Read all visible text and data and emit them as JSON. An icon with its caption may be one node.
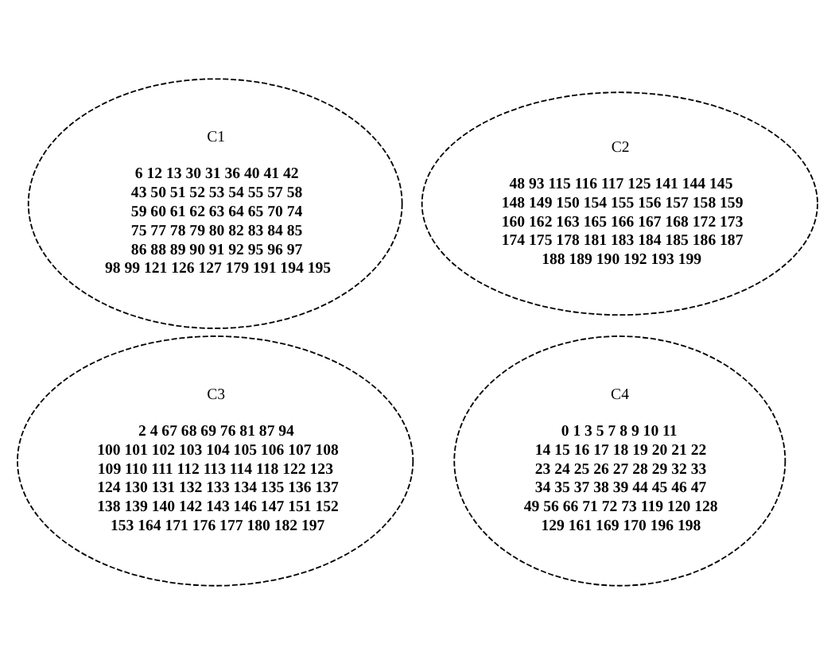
{
  "diagram": {
    "nodes": [
      {
        "text": [
          "C1",
          "6 12 13 30 31 36 40 41 42 43 50 51 52 53 54 55 57 58 59 60 61 62 63 64 65 70 74 75 77 78 79 80 82 83 84 85 86 88 89 90 91 92 95 96 97 98 99 121 126 127 179 191 194 195"
        ]
      },
      {
        "text": [
          "C2",
          "48 93 115 116 117 125 141 144 145 148 149 150 154 155 156 157 158 159 160 162 163 165 166 167 168 172 173 174 175 178 181 183 184 185 186 187 188 189 190 192 193 199"
        ]
      },
      {
        "text": [
          "C3",
          "2 4 67 68 69 76 81 87 94 100 101 102 103 104 105 106 107 108 109 110 111 112 113 114 118 122 123 124 130 131 132 133 134 135 136 137 138 139 140 142 143 146 147 151 152 153 164 171 176 177 180 182 197"
        ]
      },
      {
        "text": [
          "C4",
          "0 1 3 5 7 8 9 10 11 14 15 16 17 18 19 20 21 22 23 24 25 26 27 28 29 32 33 34 35 37 38 39 44 45 46 47 49 56 66 71 72 73 119 120 128 129 161 169 170 196 198"
        ]
      }
    ],
    "edges": []
  }
}
